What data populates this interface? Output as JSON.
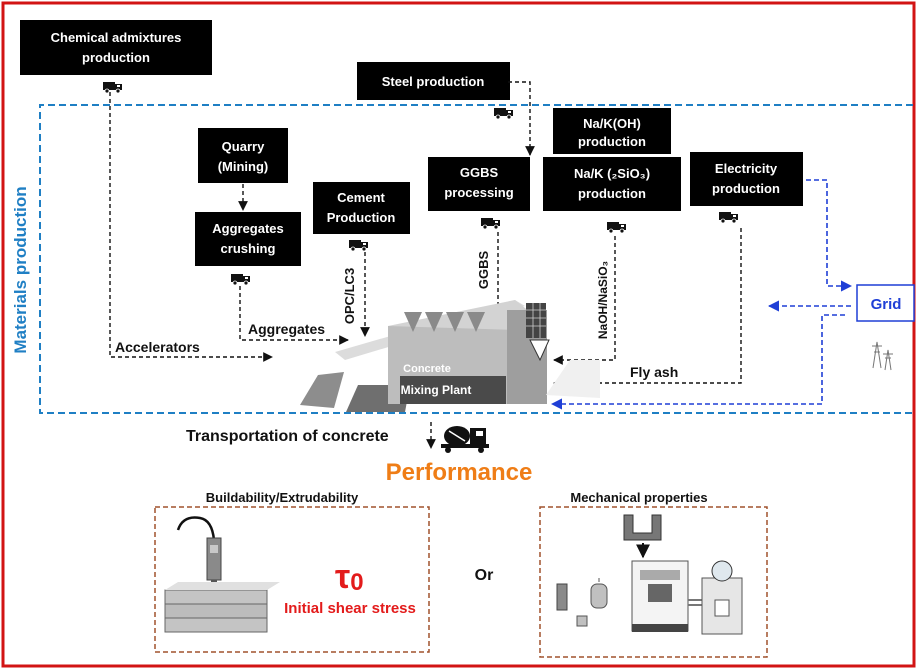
{
  "colors": {
    "frame": "#d21414",
    "materials_zone": "#1f7fc4",
    "grid_arrows": "#1f3fd6",
    "performance": "#ef7d16",
    "panel_border": "#a0522d",
    "shear_text": "#e31b1b",
    "boxes": "#000000"
  },
  "materials_production": "Materials production",
  "boxes": {
    "chemical": [
      "Chemical admixtures",
      "production"
    ],
    "steel": [
      "Steel production"
    ],
    "naoh": [
      "Na/K(OH)",
      "production"
    ],
    "quarry": [
      "Quarry",
      "(Mining)"
    ],
    "cement": [
      "Cement",
      "Production"
    ],
    "ggbs": [
      "GGBS",
      "processing"
    ],
    "silicate": [
      "Na/K (₂SiO₃)",
      "production"
    ],
    "electricity": [
      "Electricity",
      "production"
    ],
    "aggregates_crushing": [
      "Aggregates",
      "crushing"
    ]
  },
  "flow_labels": {
    "accelerators": "Accelerators",
    "aggregates": "Aggregates",
    "opc": "OPC/LC3",
    "ggbs": "GGBS",
    "naoh": "NaOH/NaSiO₃",
    "fly_ash": "Fly ash",
    "grid": "Grid"
  },
  "plant": [
    "Concrete",
    "Mixing Plant"
  ],
  "transport": "Transportation of concrete",
  "performance": {
    "title": "Performance",
    "buildability": "Buildability/Extrudability",
    "mechanical": "Mechanical properties",
    "tau": "τ",
    "tau_subscript": "0",
    "shear": "Initial shear stress",
    "or": "Or"
  },
  "icons": [
    "truck-icon",
    "mixer-truck-icon",
    "power-tower-icon",
    "concrete-plant-icon",
    "extrusion-nozzle-icon",
    "compression-tester-icon"
  ]
}
